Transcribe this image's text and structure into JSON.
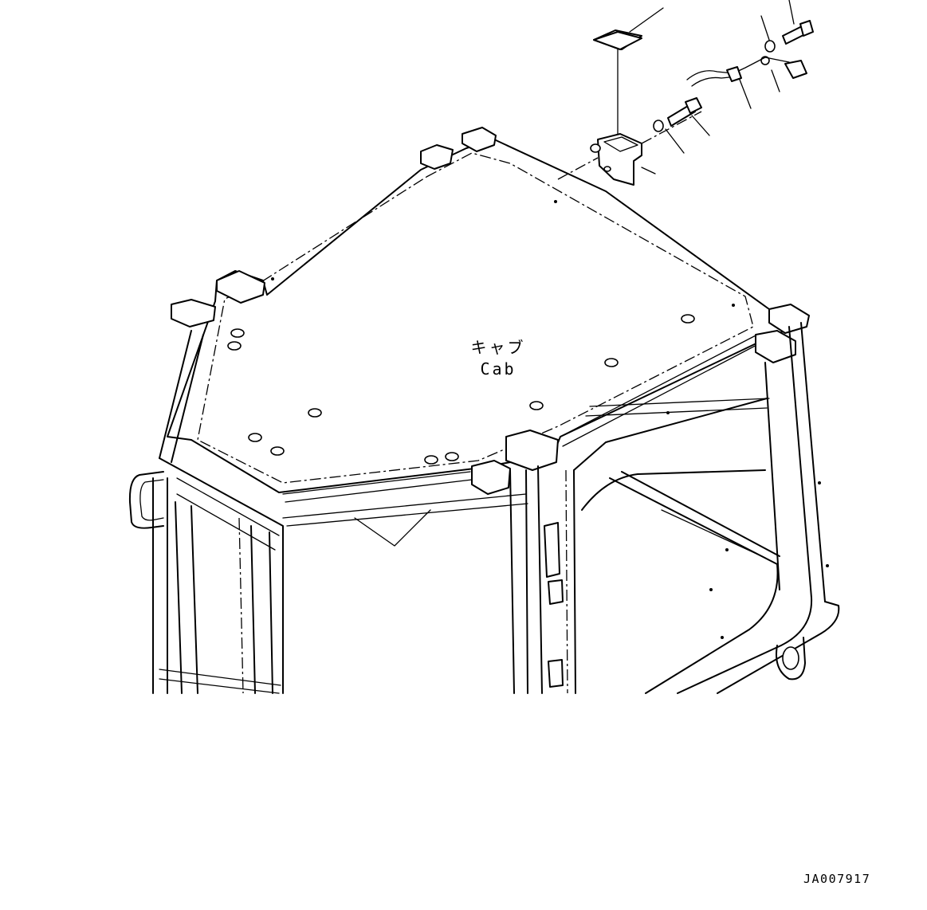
{
  "labels": {
    "cab_jp": "キャブ",
    "cab_en": "Cab"
  },
  "drawing_id": "JA007917",
  "colors": {
    "line": "#000000",
    "background": "#ffffff"
  }
}
